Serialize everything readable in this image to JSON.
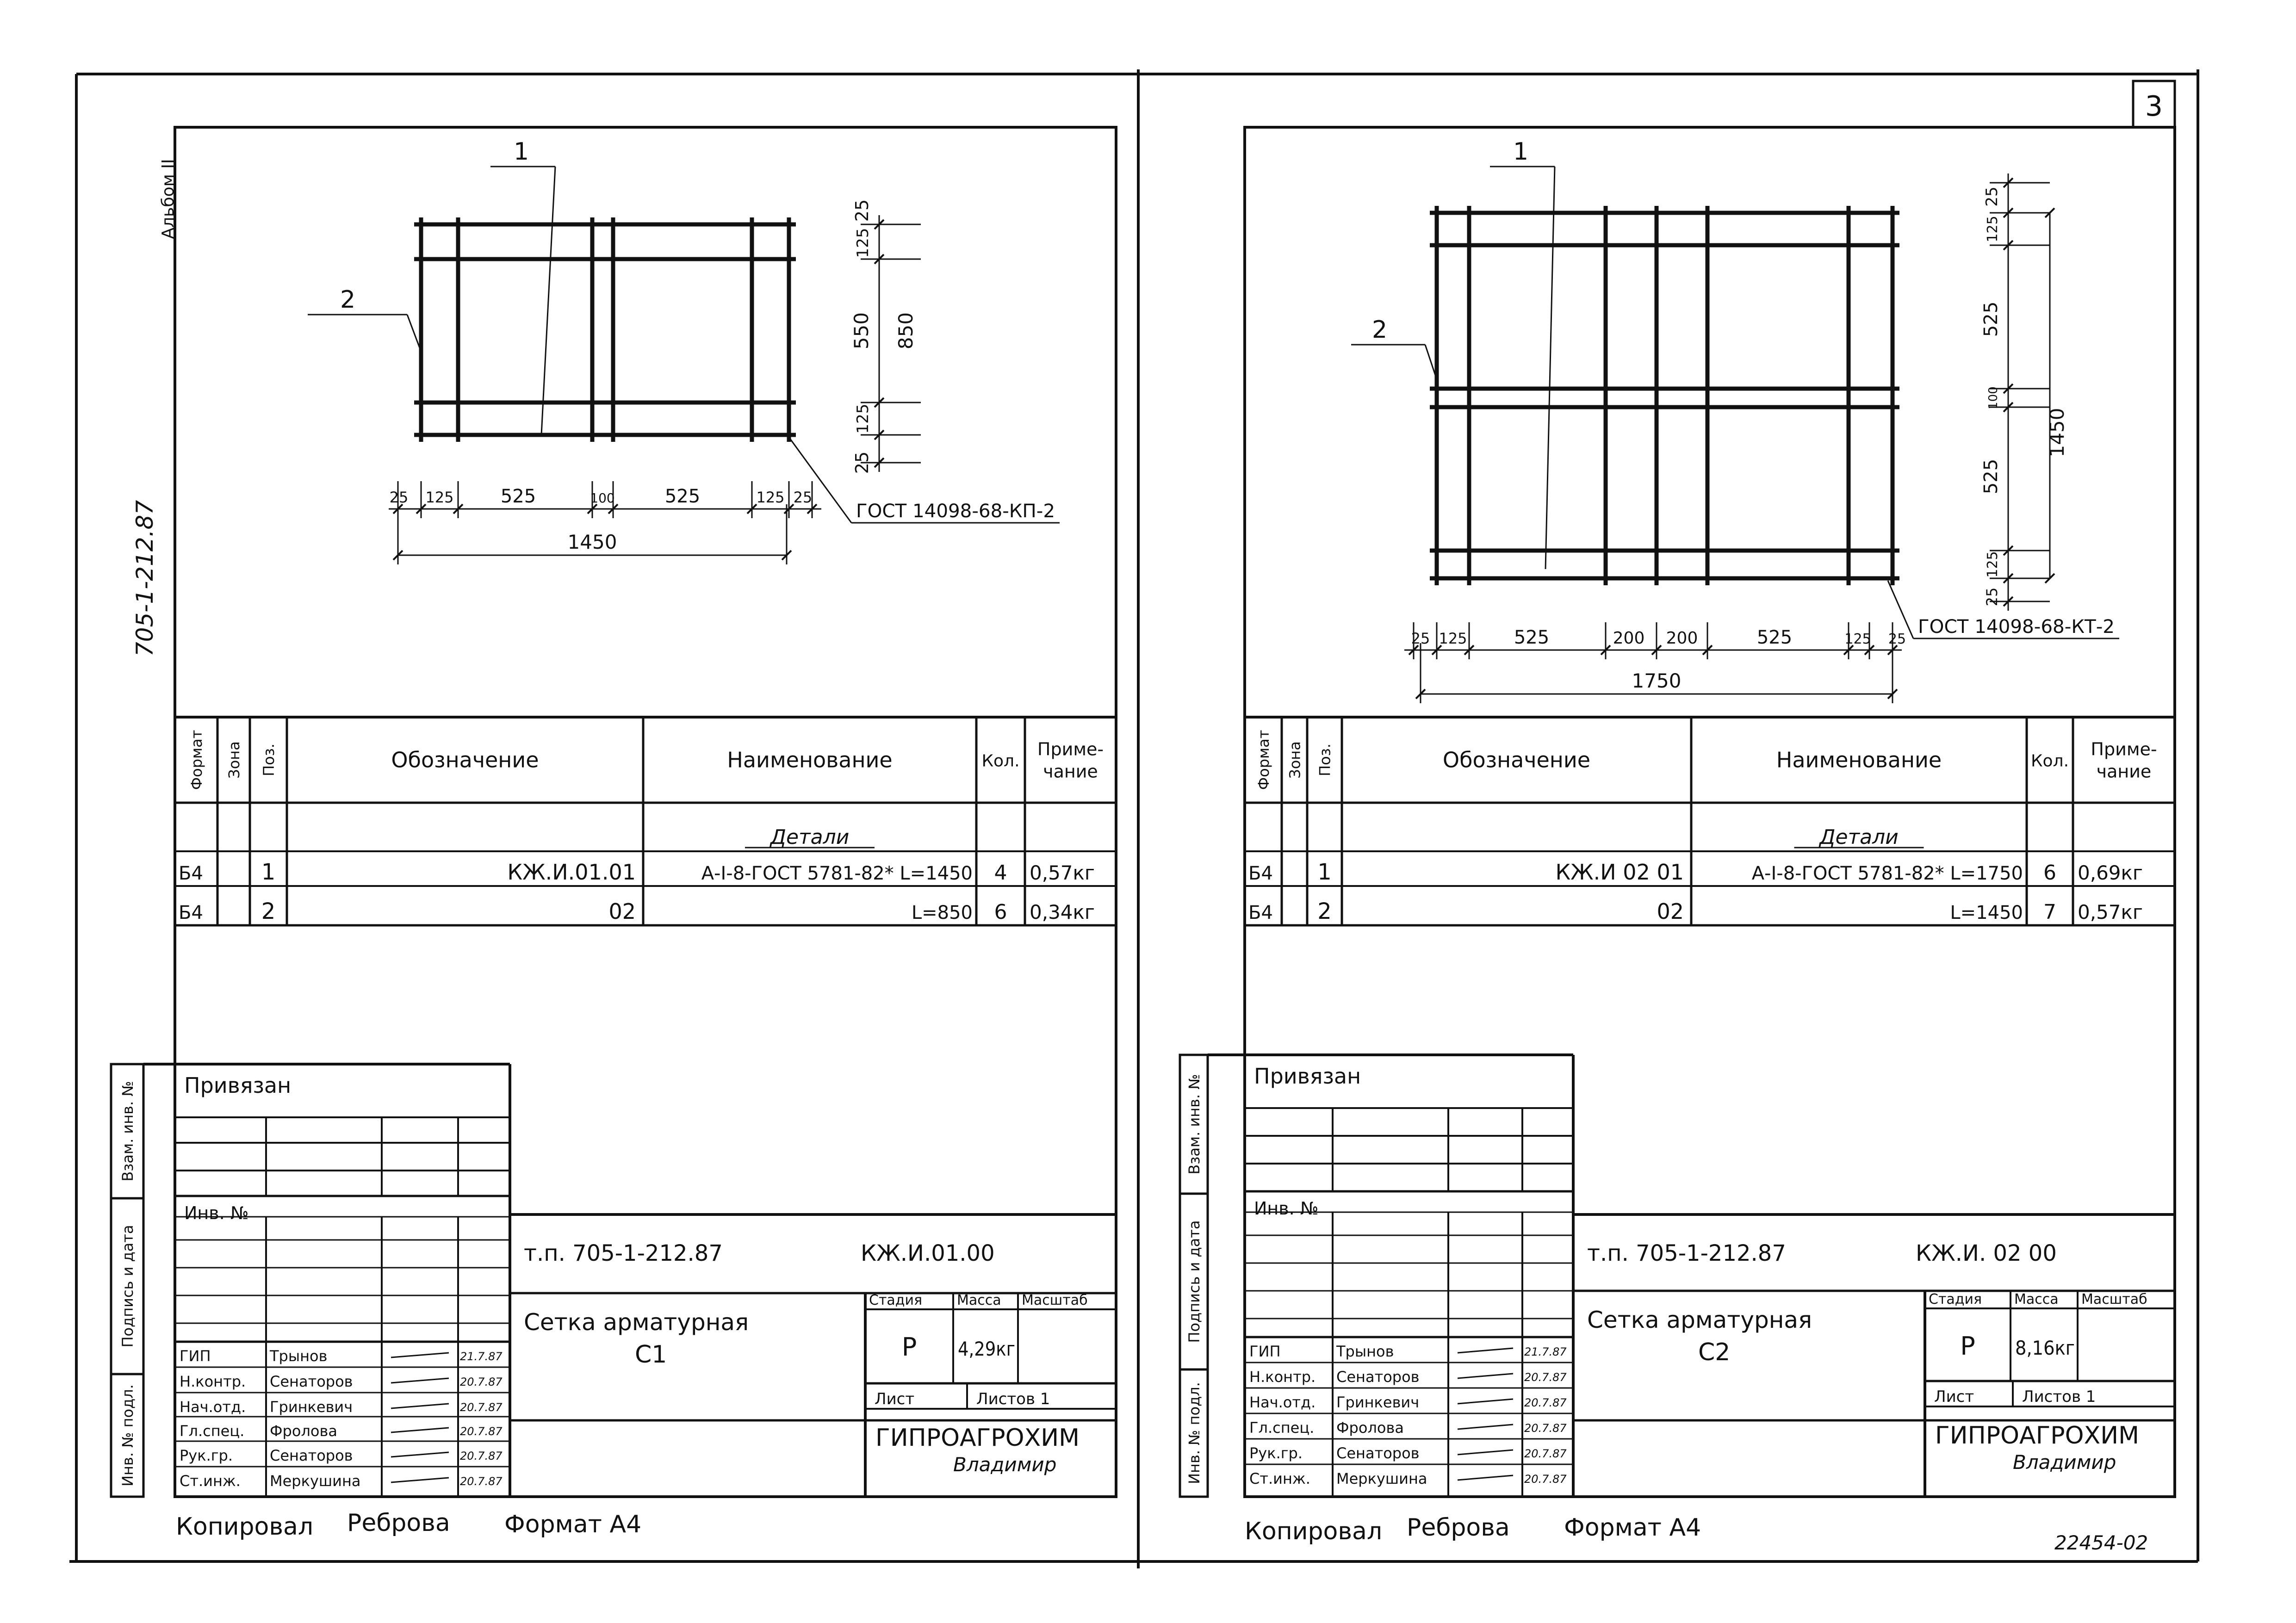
{
  "left": {
    "album_label": "Альбом II",
    "code_vertical": "705-1-212.87",
    "drawing": {
      "callouts": [
        "1",
        "2"
      ],
      "dims_vertical": [
        "25",
        "125",
        "550",
        "850",
        "125",
        "25"
      ],
      "dims_horizontal": [
        "25",
        "125",
        "525",
        "100",
        "525",
        "125",
        "25"
      ],
      "total_width": "1450",
      "gost": "ГОСТ 14098-68-КП-2"
    },
    "spec": {
      "headers": {
        "format": "Формат",
        "zone": "Зона",
        "pos": "Поз.",
        "designation": "Обозначение",
        "name": "Наименование",
        "qty": "Кол.",
        "note": "Приме-чание"
      },
      "section": "Детали",
      "rows": [
        {
          "format": "Б4",
          "pos": "1",
          "designation": "КЖ.И.01.01",
          "name": "А-I-8-ГОСТ 5781-82* L=1450",
          "qty": "4",
          "note": "0,57кг"
        },
        {
          "format": "Б4",
          "pos": "2",
          "designation": "02",
          "name": "L=850",
          "qty": "6",
          "note": "0,34кг"
        }
      ]
    },
    "stamp": {
      "privyazan": "Привязан",
      "inv_no": "Инв. №",
      "side_labels": [
        "Взам. инв. №",
        "Подпись и дата",
        "Инв. № подл."
      ],
      "doc_code": "т.п. 705-1-212.87",
      "doc_mark": "КЖ.И.01.00",
      "title_line1": "Сетка арматурная",
      "title_line2": "С1",
      "col_stage": "Стадия",
      "col_mass": "Масса",
      "col_scale": "Масштаб",
      "stage": "Р",
      "mass": "4,29кг",
      "sheet": "Лист",
      "sheets": "Листов 1",
      "org": "ГИПРОАГРОХИМ",
      "city": "Владимир",
      "people": [
        {
          "role": "ГИП",
          "name": "Трынов",
          "date": "21.7.87"
        },
        {
          "role": "Н.контр.",
          "name": "Сенаторов",
          "date": "20.7.87"
        },
        {
          "role": "Нач.отд.",
          "name": "Гринкевич",
          "date": "20.7.87"
        },
        {
          "role": "Гл.спец.",
          "name": "Фролова",
          "date": "20.7.87"
        },
        {
          "role": "Рук.гр.",
          "name": "Сенаторов",
          "date": "20.7.87"
        },
        {
          "role": "Ст.инж.",
          "name": "Меркушина",
          "date": "20.7.87"
        }
      ]
    },
    "bottom": {
      "copied": "Копировал",
      "copier": "Реброва",
      "format": "Формат А4"
    }
  },
  "right": {
    "page_no": "3",
    "drawing": {
      "callouts": [
        "1",
        "2"
      ],
      "dims_vertical": [
        "25",
        "125",
        "525",
        "100",
        "525",
        "125",
        "25"
      ],
      "total_height": "1450",
      "dims_horizontal": [
        "25",
        "125",
        "525",
        "200",
        "200",
        "525",
        "125",
        "25"
      ],
      "total_width": "1750",
      "gost": "ГОСТ 14098-68-КТ-2"
    },
    "spec": {
      "headers": {
        "format": "Формат",
        "zone": "Зона",
        "pos": "Поз.",
        "designation": "Обозначение",
        "name": "Наименование",
        "qty": "Кол.",
        "note": "Приме-чание"
      },
      "section": "Детали",
      "rows": [
        {
          "format": "Б4",
          "pos": "1",
          "designation": "КЖ.И 02 01",
          "name": "А-I-8-ГОСТ 5781-82* L=1750",
          "qty": "6",
          "note": "0,69кг"
        },
        {
          "format": "Б4",
          "pos": "2",
          "designation": "02",
          "name": "L=1450",
          "qty": "7",
          "note": "0,57кг"
        }
      ]
    },
    "stamp": {
      "privyazan": "Привязан",
      "inv_no": "Инв. №",
      "side_labels": [
        "Взам. инв. №",
        "Подпись и дата",
        "Инв. № подл."
      ],
      "doc_code": "т.п. 705-1-212.87",
      "doc_mark": "КЖ.И. 02 00",
      "title_line1": "Сетка арматурная",
      "title_line2": "С2",
      "col_stage": "Стадия",
      "col_mass": "Масса",
      "col_scale": "Масштаб",
      "stage": "Р",
      "mass": "8,16кг",
      "sheet": "Лист",
      "sheets": "Листов 1",
      "org": "ГИПРОАГРОХИМ",
      "city": "Владимир",
      "people": [
        {
          "role": "ГИП",
          "name": "Трынов",
          "date": "21.7.87"
        },
        {
          "role": "Н.контр.",
          "name": "Сенаторов",
          "date": "20.7.87"
        },
        {
          "role": "Нач.отд.",
          "name": "Гринкевич",
          "date": "20.7.87"
        },
        {
          "role": "Гл.спец.",
          "name": "Фролова",
          "date": "20.7.87"
        },
        {
          "role": "Рук.гр.",
          "name": "Сенаторов",
          "date": "20.7.87"
        },
        {
          "role": "Ст.инж.",
          "name": "Меркушина",
          "date": "20.7.87"
        }
      ]
    },
    "bottom": {
      "copied": "Копировал",
      "copier": "Реброва",
      "format": "Формат А4",
      "archive_no": "22454-02"
    }
  }
}
